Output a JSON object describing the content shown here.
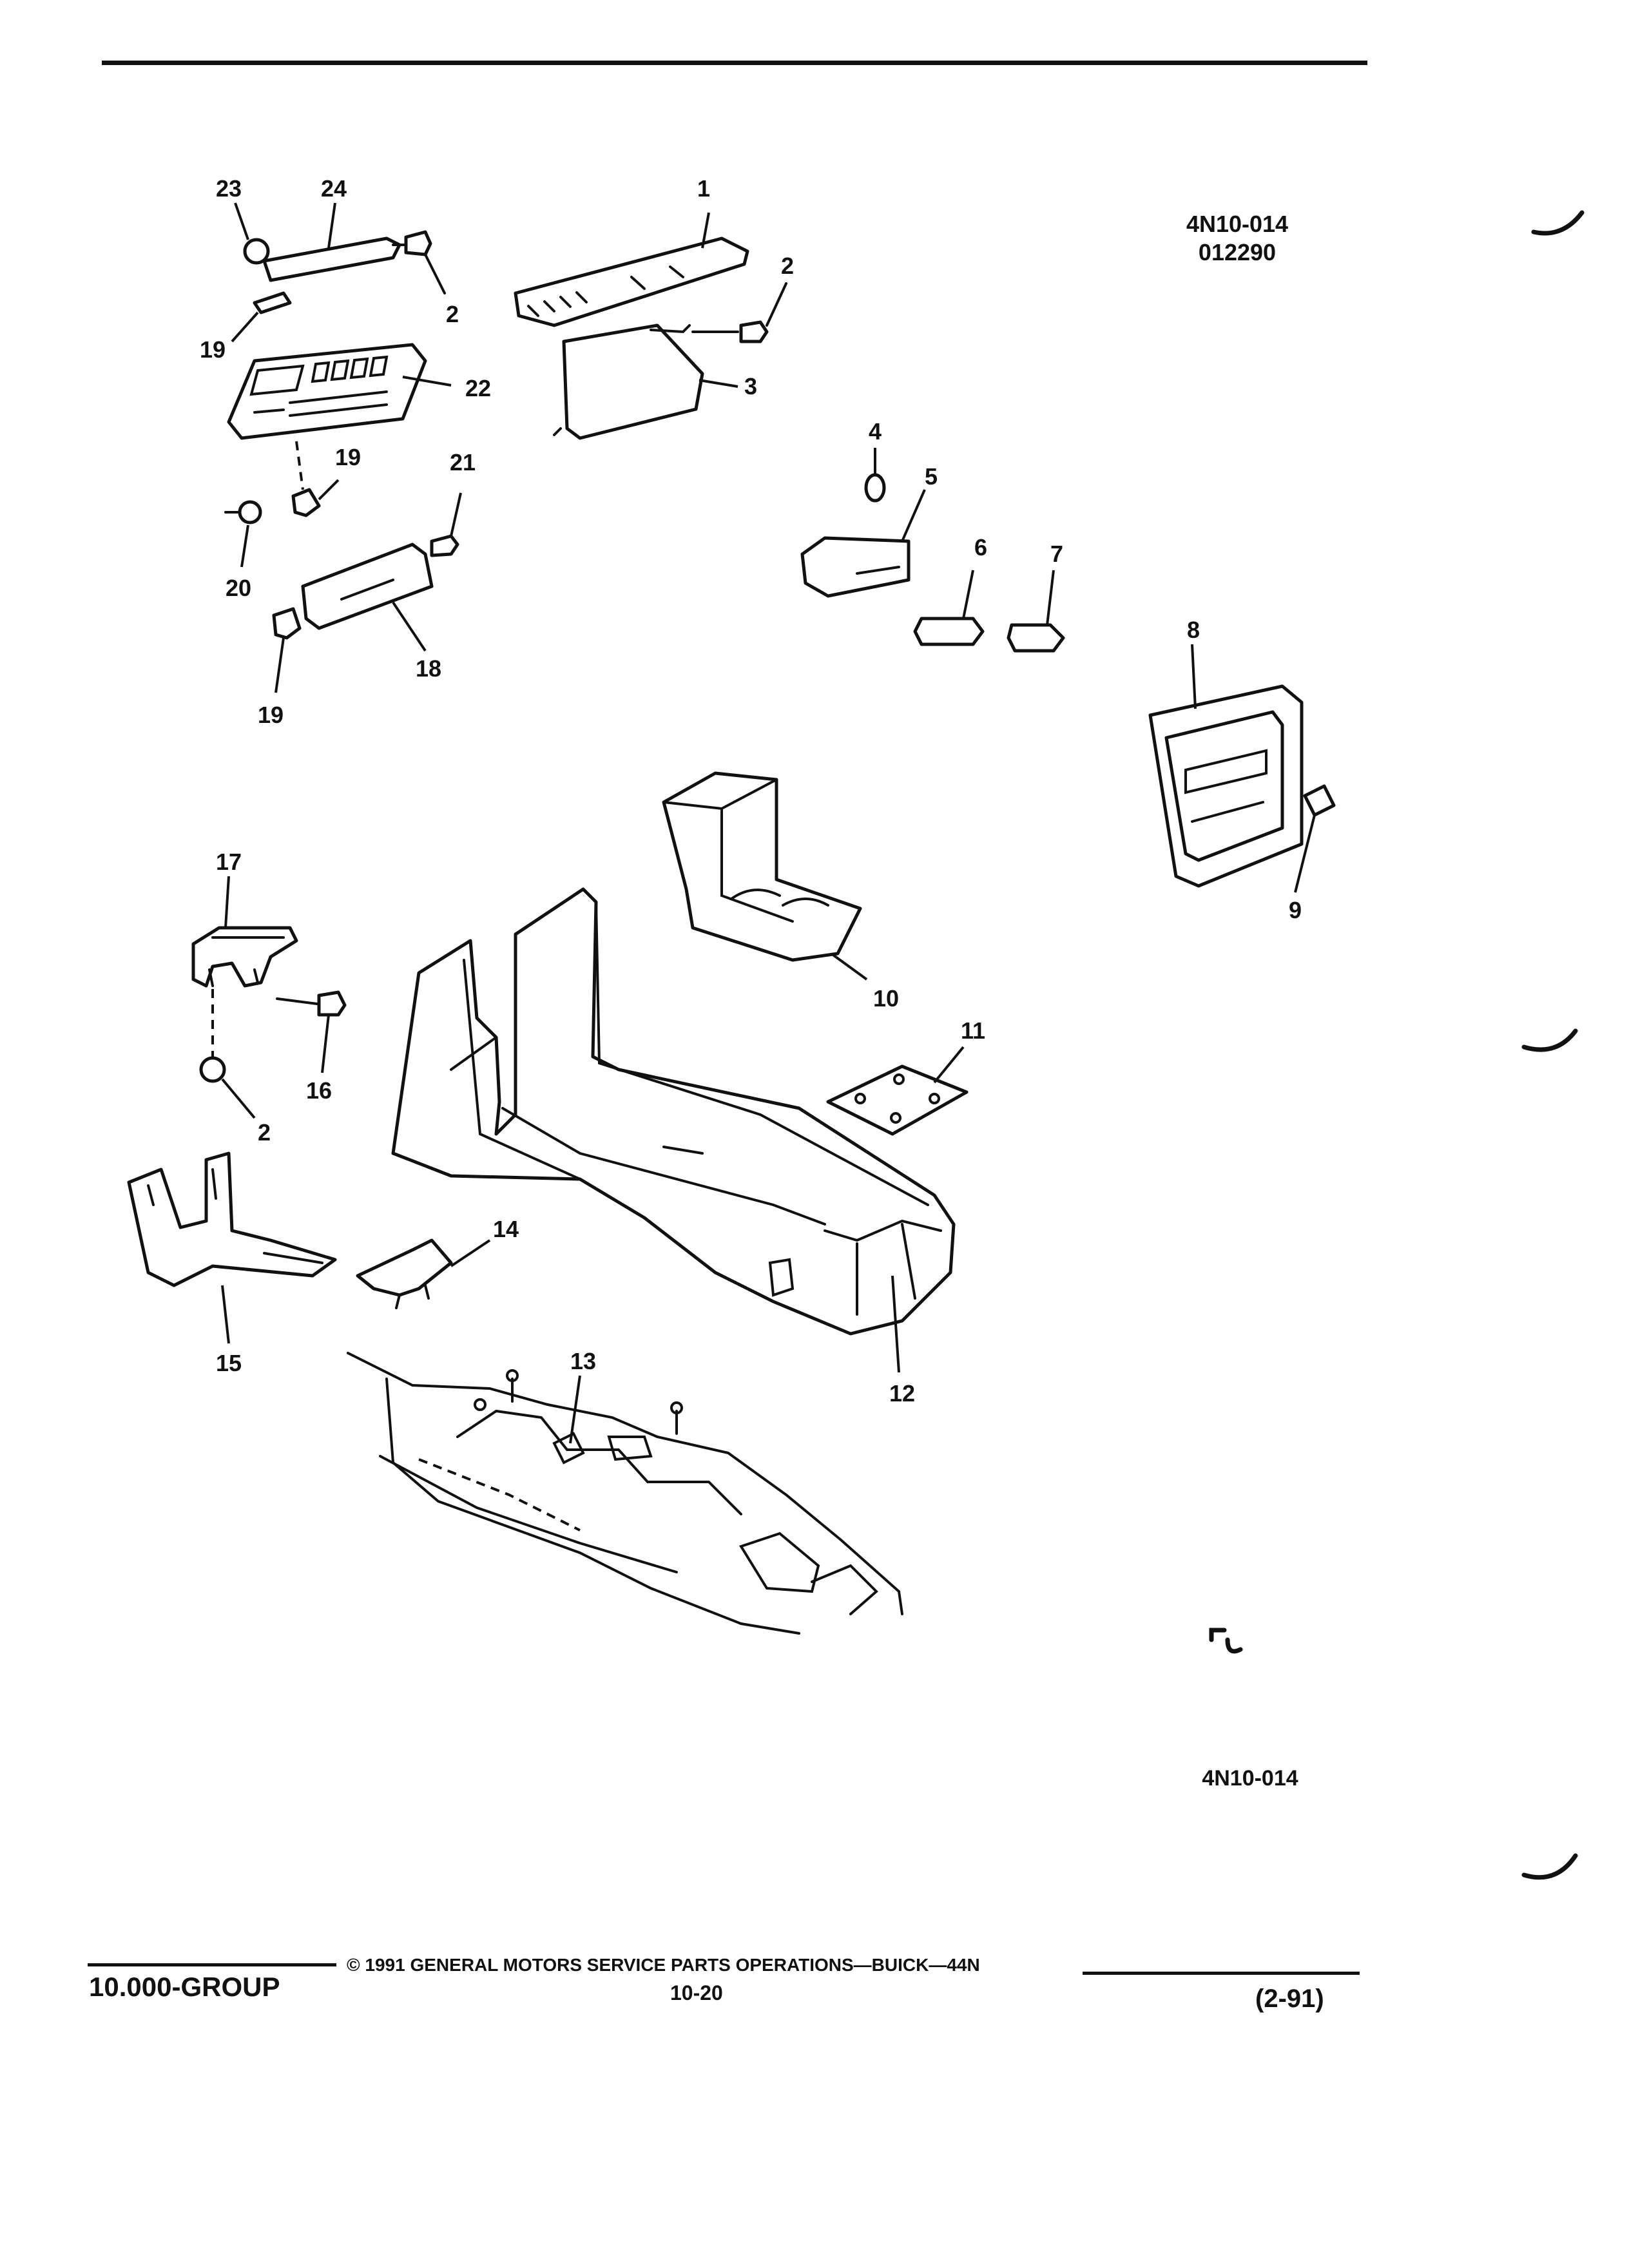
{
  "drawing": {
    "ref_top": "4N10-014",
    "date_code": "012290",
    "ref_bottom": "4N10-014",
    "callouts": [
      "1",
      "2",
      "2",
      "2",
      "3",
      "4",
      "5",
      "6",
      "7",
      "8",
      "9",
      "10",
      "11",
      "12",
      "13",
      "14",
      "15",
      "16",
      "17",
      "18",
      "19",
      "19",
      "19",
      "20",
      "21",
      "22",
      "23",
      "24"
    ]
  },
  "footer": {
    "group": "10.000-GROUP",
    "copyright": "© 1991 GENERAL MOTORS SERVICE PARTS OPERATIONS—BUICK—44N",
    "page": "10-20",
    "revision": "(2-91)"
  }
}
